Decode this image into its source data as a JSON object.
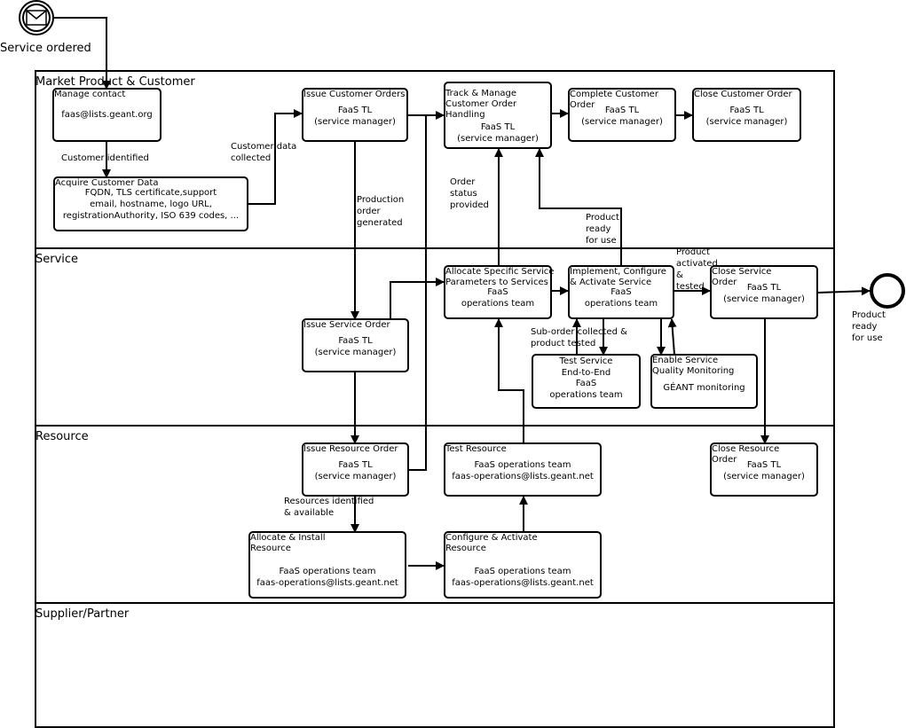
{
  "start_event": {
    "label": "Service ordered",
    "icon": "envelope-icon"
  },
  "end_event": {
    "label": "Product\nready\nfor use"
  },
  "lanes": {
    "market": "Market Product & Customer",
    "service": "Service",
    "resource": "Resource",
    "supplier": "Supplier/Partner"
  },
  "tasks": {
    "manage_contact": {
      "title": "Manage contact",
      "body": "faas@lists.geant.org"
    },
    "acquire_data": {
      "title": "Acquire Customer Data",
      "body": "FQDN, TLS certificate,support\nemail, hostname, logo URL,\nregistrationAuthority, ISO 639 codes, ..."
    },
    "issue_customer_orders": {
      "title": "Issue Customer Orders",
      "body": "FaaS TL\n(service manager)"
    },
    "track_manage": {
      "title": "Track & Manage\nCustomer Order\nHandling",
      "body": "FaaS TL\n(service manager)"
    },
    "complete_customer_order": {
      "title": "Complete Customer\nOrder",
      "body": "FaaS TL\n(service manager)"
    },
    "close_customer_order": {
      "title": "Close Customer Order",
      "body": "FaaS TL\n(service manager)"
    },
    "allocate_specific": {
      "title": "Allocate Specific Service\nParameters to Services",
      "body": "FaaS\noperations team"
    },
    "implement_configure": {
      "title": "Implement, Configure\n& Activate Service",
      "body": "FaaS\noperations team"
    },
    "close_service_order": {
      "title": "Close Service\nOrder",
      "body": "FaaS TL\n(service manager)"
    },
    "issue_service_order": {
      "title": "Issue Service Order",
      "body": "FaaS TL\n(service manager)"
    },
    "test_service": {
      "title": "Test Service\nEnd-to-End",
      "body": "FaaS\noperations team"
    },
    "enable_monitoring": {
      "title": "Enable Service\nQuality Monitoring",
      "body": "GÉANT monitoring"
    },
    "issue_resource_order": {
      "title": "Issue Resource Order",
      "body": "FaaS TL\n(service manager)"
    },
    "test_resource": {
      "title": "Test Resource",
      "body": "FaaS operations team\nfaas-operations@lists.geant.net"
    },
    "close_resource_order": {
      "title": "Close Resource\nOrder",
      "body": "FaaS TL\n(service manager)"
    },
    "allocate_install": {
      "title": "Allocate & Install\nResource",
      "body": "FaaS operations team\nfaas-operations@lists.geant.net"
    },
    "configure_activate": {
      "title": "Configure & Activate\nResource",
      "body": "FaaS operations team\nfaas-operations@lists.geant.net"
    }
  },
  "edge_labels": {
    "customer_identified": "Customer identified",
    "customer_data_collected": "Customer data\ncollected",
    "production_order_generated": "Production\norder\ngenerated",
    "order_status_provided": "Order\nstatus\nprovided",
    "product_ready": "Product\nready\nfor use",
    "product_activated_tested": "Product\nactivated\n&\ntested",
    "suborder_collected": "Sub-order collected &\nproduct tested",
    "resources_identified": "Resources identified\n& available"
  }
}
